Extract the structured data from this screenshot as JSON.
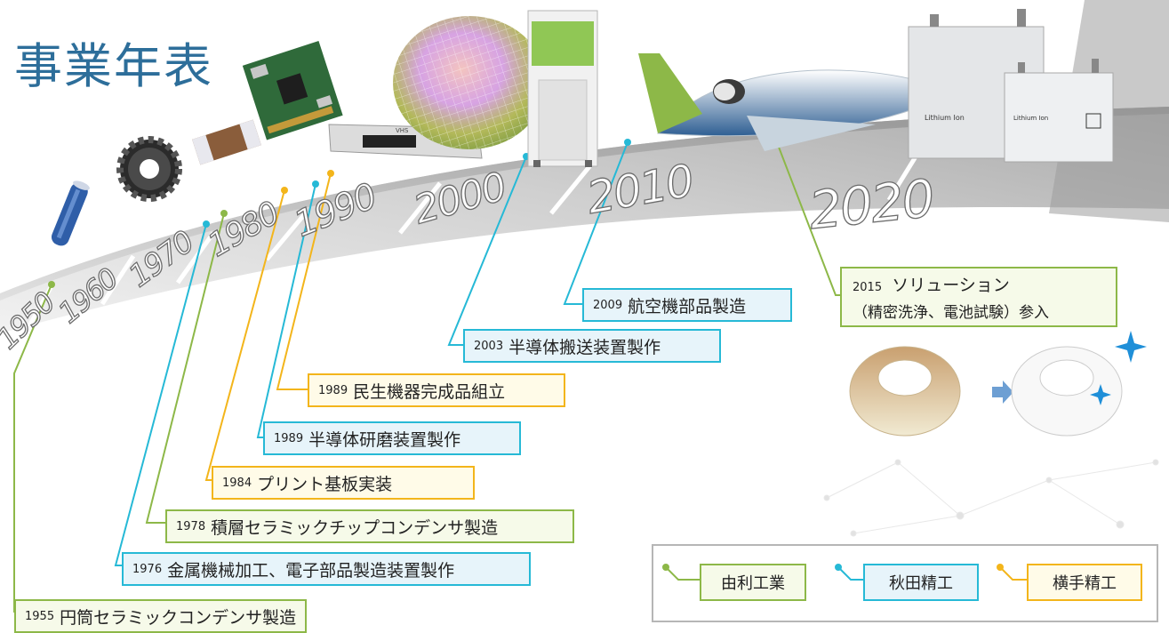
{
  "page_title": "事業年表",
  "decades": [
    "1950",
    "1960",
    "1970",
    "1980",
    "1990",
    "2000",
    "2010",
    "2020"
  ],
  "colors": {
    "yuri_kogyo": "#8db848",
    "akita_seiko": "#26b9d6",
    "yokote_seiko": "#f3b51b",
    "title": "#2d6e9a"
  },
  "events": [
    {
      "year": "1955",
      "text": "円筒セラミックコンデンサ製造",
      "company": "yuri_kogyo"
    },
    {
      "year": "1976",
      "text": "金属機械加工、電子部品製造装置製作",
      "company": "akita_seiko"
    },
    {
      "year": "1978",
      "text": "積層セラミックチップコンデンサ製造",
      "company": "yuri_kogyo"
    },
    {
      "year": "1984",
      "text": "プリント基板実装",
      "company": "yokote_seiko"
    },
    {
      "year": "1989",
      "text": "半導体研磨装置製作",
      "company": "akita_seiko"
    },
    {
      "year": "1989",
      "text": "民生機器完成品組立",
      "company": "yokote_seiko"
    },
    {
      "year": "2003",
      "text": "半導体搬送装置製作",
      "company": "akita_seiko"
    },
    {
      "year": "2009",
      "text": "航空機部品製造",
      "company": "akita_seiko"
    },
    {
      "year": "2015",
      "text": "ソリューション",
      "subtext": "（精密洗浄、電池試験）参入",
      "company": "yuri_kogyo"
    }
  ],
  "image_labels": {
    "vcr": "VHS",
    "battery": "Lithium Ion"
  },
  "legend": [
    {
      "label": "由利工業",
      "company": "yuri_kogyo"
    },
    {
      "label": "秋田精工",
      "company": "akita_seiko"
    },
    {
      "label": "横手精工",
      "company": "yokote_seiko"
    }
  ]
}
